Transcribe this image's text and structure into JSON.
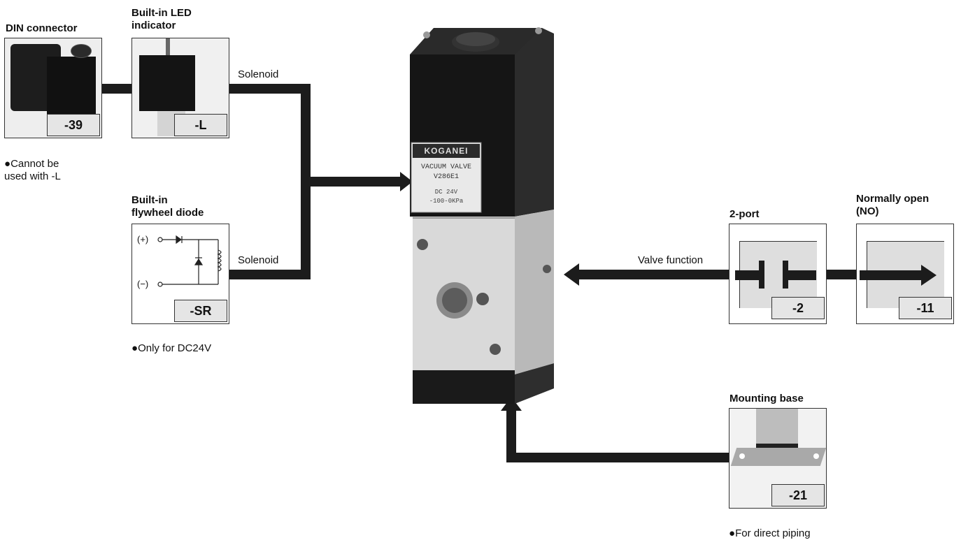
{
  "options": {
    "din": {
      "title": "DIN connector",
      "code": "-39",
      "note": "Cannot be\nused with -L"
    },
    "led": {
      "title": "Built-in LED\nindicator",
      "code": "-L"
    },
    "diode": {
      "title": "Built-in\nflywheel diode",
      "code": "-SR",
      "note": "Only for DC24V",
      "plus": "(+)",
      "minus": "(−)"
    },
    "two_port": {
      "title": "2-port",
      "code": "-2"
    },
    "normally_open": {
      "title": "Normally open\n(NO)",
      "code": "-11"
    },
    "mounting_base": {
      "title": "Mounting base",
      "code": "-21",
      "note": "For direct piping"
    }
  },
  "labels": {
    "solenoid_top": "Solenoid",
    "solenoid_bottom": "Solenoid",
    "valve_function": "Valve function"
  },
  "valve": {
    "brand": "KOGANEI",
    "label_line1": "VACUUM VALVE",
    "label_line2": "V286E1",
    "label_line3": "DC 24V",
    "label_line4": "-100-0KPa"
  },
  "colors": {
    "line": "#1c1c1c",
    "code_bg": "#e5e5e5",
    "panel_bg": "#dedede"
  }
}
